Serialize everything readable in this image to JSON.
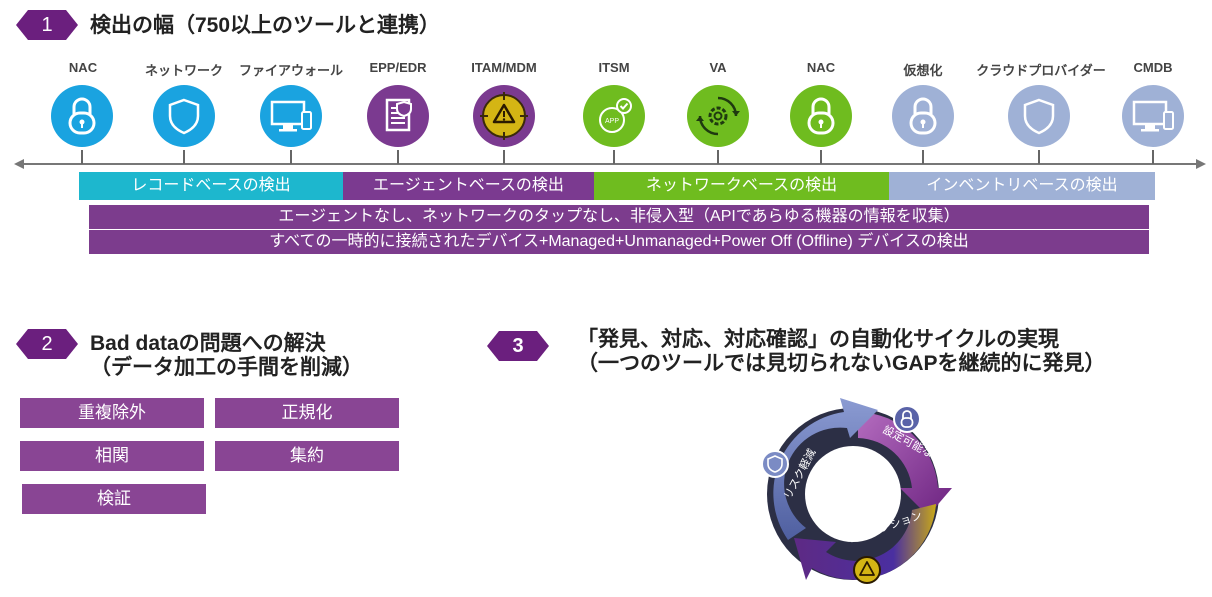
{
  "section1": {
    "number": "1",
    "title": "検出の幅（750以上のツールと連携）",
    "categories": [
      {
        "label": "NAC",
        "icon": "lock-icon"
      },
      {
        "label": "ネットワーク",
        "icon": "shield-icon"
      },
      {
        "label": "ファイアウォール",
        "icon": "monitor-icon"
      },
      {
        "label": "EPP/EDR",
        "icon": "document-shield-icon"
      },
      {
        "label": "ITAM/MDM",
        "icon": "warning-icon"
      },
      {
        "label": "ITSM",
        "icon": "app-check-icon"
      },
      {
        "label": "VA",
        "icon": "gear-cycle-icon"
      },
      {
        "label": "NAC",
        "icon": "lock-icon"
      },
      {
        "label": "仮想化",
        "icon": "lock-icon"
      },
      {
        "label": "クラウドプロバイダー",
        "icon": "shield-icon"
      },
      {
        "label": "CMDB",
        "icon": "monitor-icon"
      }
    ],
    "bands": [
      {
        "label": "レコードベースの検出",
        "color": "#1db7ce"
      },
      {
        "label": "エージェントベースの検出",
        "color": "#7b3a90"
      },
      {
        "label": "ネットワークベースの検出",
        "color": "#6fbc1f"
      },
      {
        "label": "インベントリベースの検出",
        "color": "#9fb1d6"
      }
    ],
    "wide_band_1": "エージェントなし、ネットワークのタップなし、非侵入型（APIであらゆる機器の情報を収集）",
    "wide_band_2": "すべての一時的に接続されたデバイス+Managed+Unmanaged+Power Off (Offline) デバイスの検出"
  },
  "section2": {
    "number": "2",
    "title_line1": "Bad dataの問題への解決",
    "title_line2": "（データ加工の手間を削減）",
    "boxes": [
      "重複除外",
      "正規化",
      "相関",
      "集約",
      "検証"
    ]
  },
  "section3": {
    "number": "3",
    "title_line1": "「発見、対応、対応確認」の自動化サイクルの実現",
    "title_line2": "（一つのツールでは見切られないGAPを継続的に発見）",
    "cycle": {
      "segment_1": "設定可能なトリガー",
      "segment_2": "強制アクション",
      "segment_3": "リスク軽減"
    }
  },
  "colors": {
    "blue": "#1aa3e0",
    "purple": "#7b3a90",
    "green": "#6fbc1f",
    "gray_blue": "#9fb1d6",
    "badge": "#6b1f7e"
  }
}
